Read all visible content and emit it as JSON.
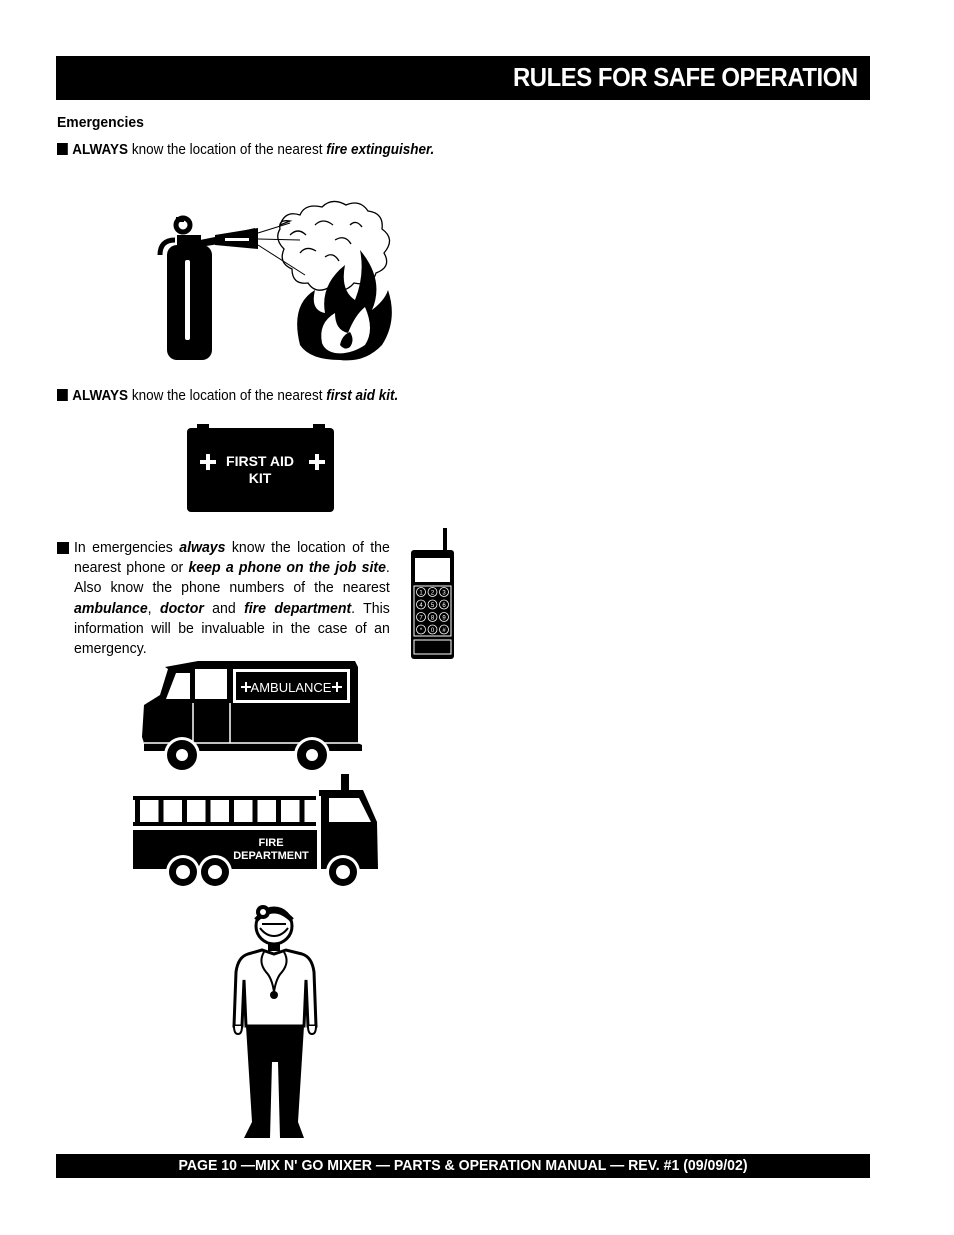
{
  "header": {
    "title": "RULES FOR SAFE OPERATION"
  },
  "section": {
    "heading": "Emergencies"
  },
  "bullet1": {
    "lead": "ALWAYS",
    "text": " know the location of the nearest ",
    "emphasis": "fire extinguisher."
  },
  "bullet2": {
    "lead": "ALWAYS",
    "text": " know the location of the nearest ",
    "emphasis": "first aid kit."
  },
  "bullet3": {
    "t1": "In emergencies ",
    "e1": "always",
    "t2": " know the location of the nearest phone or ",
    "e2": "keep a phone on the job site",
    "t3": ". Also know the phone numbers of the nearest ",
    "e3": "ambulance",
    "t4": ", ",
    "e4": "doctor",
    "t5": " and ",
    "e5": "fire department",
    "t6": ".  This information will be invaluable in the case of an emergency."
  },
  "illustrations": {
    "first_aid_line1": "FIRST AID",
    "first_aid_line2": "KIT",
    "ambulance_label": "AMBULANCE",
    "fire_truck_line1": "FIRE",
    "fire_truck_line2": "DEPARTMENT",
    "phone_keys": [
      "1",
      "2",
      "3",
      "4",
      "5",
      "6",
      "7",
      "8",
      "9",
      "*",
      "0",
      "#"
    ]
  },
  "footer": {
    "text": "PAGE 10 —MIX N' GO MIXER — PARTS & OPERATION MANUAL — REV. #1 (09/09/02)"
  }
}
